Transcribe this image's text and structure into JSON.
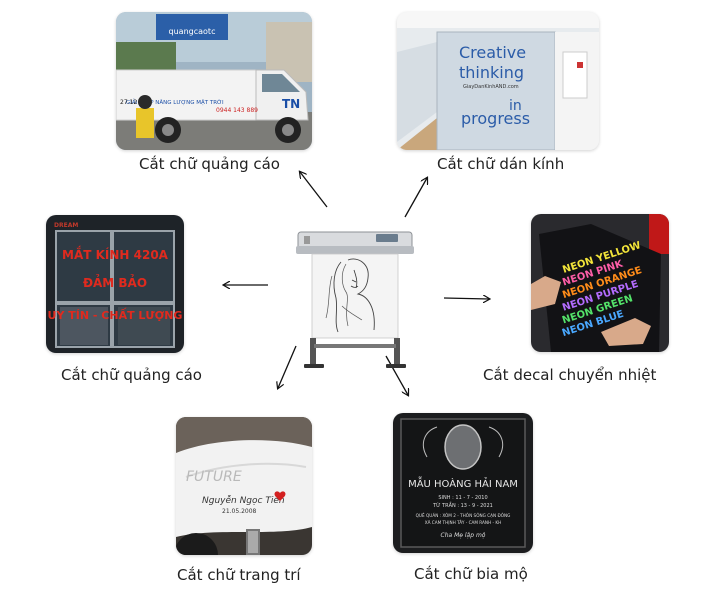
{
  "center": {
    "icon": "vinyl-cutter-plotter-icon"
  },
  "items": [
    {
      "caption": "Cắt chữ quảng cáo",
      "truck_sign": "quangcaotc",
      "truck_banner": "GIẢI PHÁP NĂNG LƯỢNG MẶT TRỜI",
      "truck_phone": "0944 143 889",
      "truck_number": "27.12",
      "truck_logo": "TN"
    },
    {
      "caption": "Cắt chữ dán kính",
      "glass_line1": "Creative",
      "glass_line2": "thinking",
      "glass_line3": "progress",
      "glass_line4": "in",
      "glass_url": "GiayDanKinhAND.com"
    },
    {
      "caption": "Cắt chữ quảng cáo",
      "logo": "DREAM",
      "window_line1": "MẮT KÍNH 420A",
      "window_line2": "ĐẢM BẢO",
      "window_line3": "UY TÍN - CHẤT LƯỢNG"
    },
    {
      "caption": "Cắt decal chuyển nhiệt",
      "shirt_lines": [
        "NEON YELLOW",
        "NEON PINK",
        "NEON ORANGE",
        "NEON PURPLE",
        "NEON GREEN",
        "NEON BLUE"
      ]
    },
    {
      "caption": "Cắt chữ trang trí",
      "moto_brand": "FUTURE",
      "moto_name": "Nguyễn Ngọc Tiến",
      "moto_date": "21.05.2008"
    },
    {
      "caption": "Cắt chữ bia mộ",
      "stone_name": "MẪU HOÀNG HẢI NAM",
      "stone_born": "SINH : 11 - 7 - 2010",
      "stone_died": "TỪ TRẦN : 13 - 9 - 2021",
      "stone_home": "QUÊ QUÁN : XÓM 2 - THÔN SÔNG CẠN ĐÔNG",
      "stone_home2": "XÃ CAM THỊNH TÂY - CAM RANH - KH",
      "stone_footer": "Cha Mẹ lập mộ"
    }
  ],
  "colors": {
    "arrow": "#111111",
    "caption": "#222222"
  }
}
